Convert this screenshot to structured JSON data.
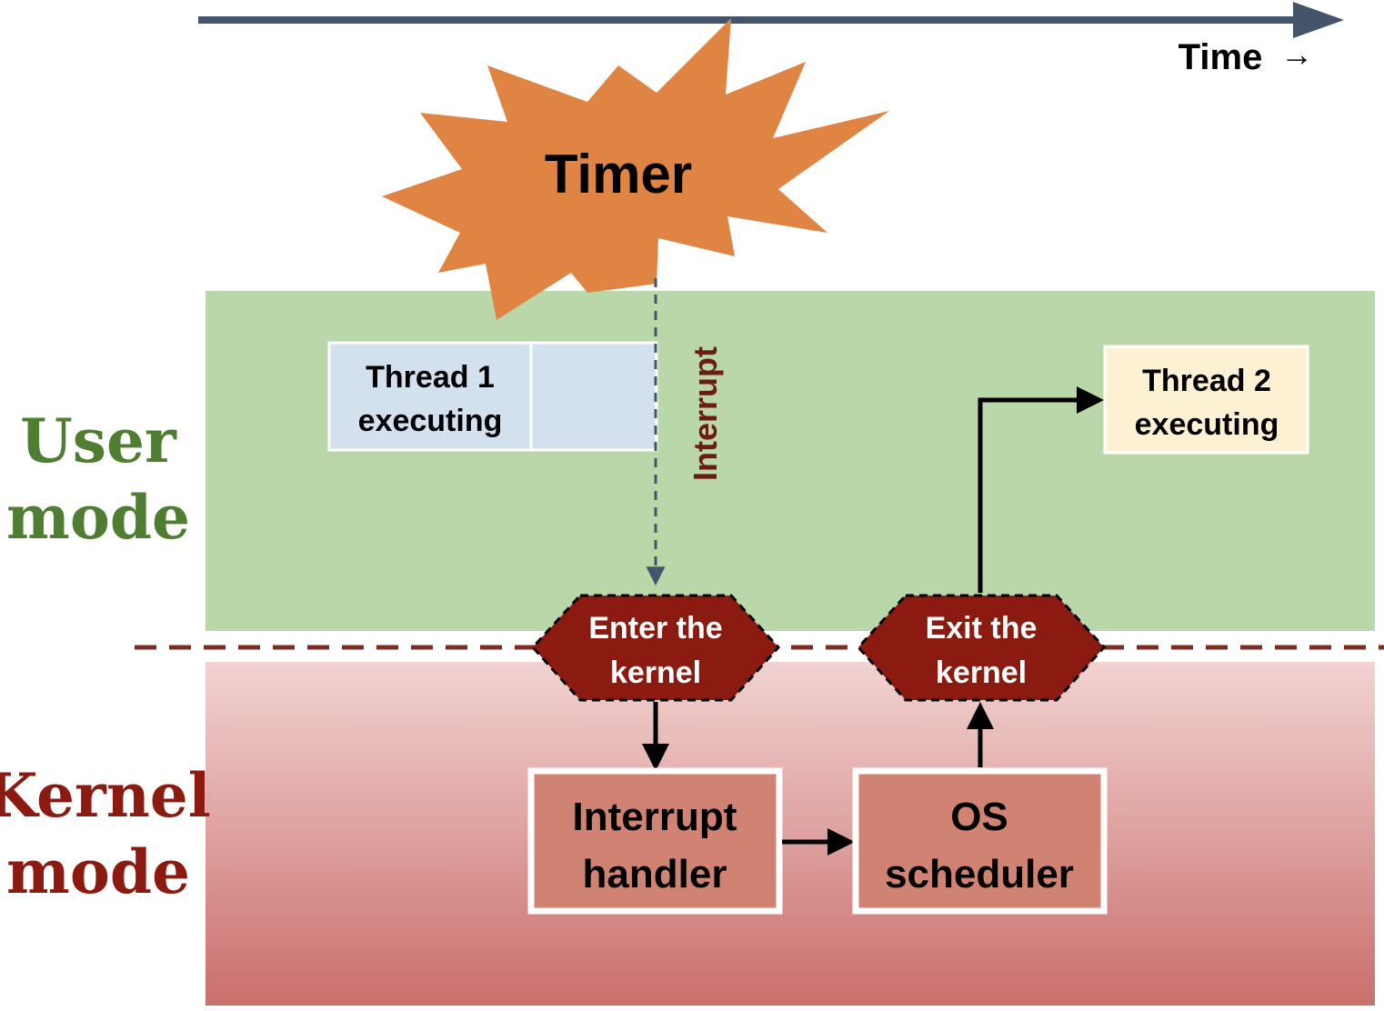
{
  "time_axis": {
    "label": "Time",
    "arrow_glyph": "→"
  },
  "timer": {
    "label": "Timer"
  },
  "interrupt_label": "Interrupt",
  "zones": {
    "user": {
      "line1": "User",
      "line2": "mode"
    },
    "kernel": {
      "line1": "Kernel",
      "line2": "mode"
    }
  },
  "thread1": {
    "line1": "Thread 1",
    "line2": "executing"
  },
  "thread2": {
    "line1": "Thread 2",
    "line2": "executing"
  },
  "enter_kernel": {
    "line1": "Enter the",
    "line2": "kernel"
  },
  "exit_kernel": {
    "line1": "Exit the",
    "line2": "kernel"
  },
  "interrupt_handler": {
    "line1": "Interrupt",
    "line2": "handler"
  },
  "os_scheduler": {
    "line1": "OS",
    "line2": "scheduler"
  },
  "colors": {
    "user_zone": "#bad7aa",
    "kernel_zone_top": "#f1d3d2",
    "kernel_zone_bottom": "#ca6f6c",
    "boundary": "#7b2f24",
    "kernel_gate": "#8b1a10",
    "kernel_box": "#d18373",
    "timer": "#e08443",
    "thread1": "#d3e0ee",
    "thread2": "#fcf2d3",
    "time_axis": "#44546a",
    "user_label": "#4f7d32",
    "kernel_label": "#8b1a10",
    "interrupt_text": "#6b1d12"
  },
  "icons": {
    "time_arrow": "time-axis-arrow-icon",
    "timer_burst": "starburst-icon"
  }
}
